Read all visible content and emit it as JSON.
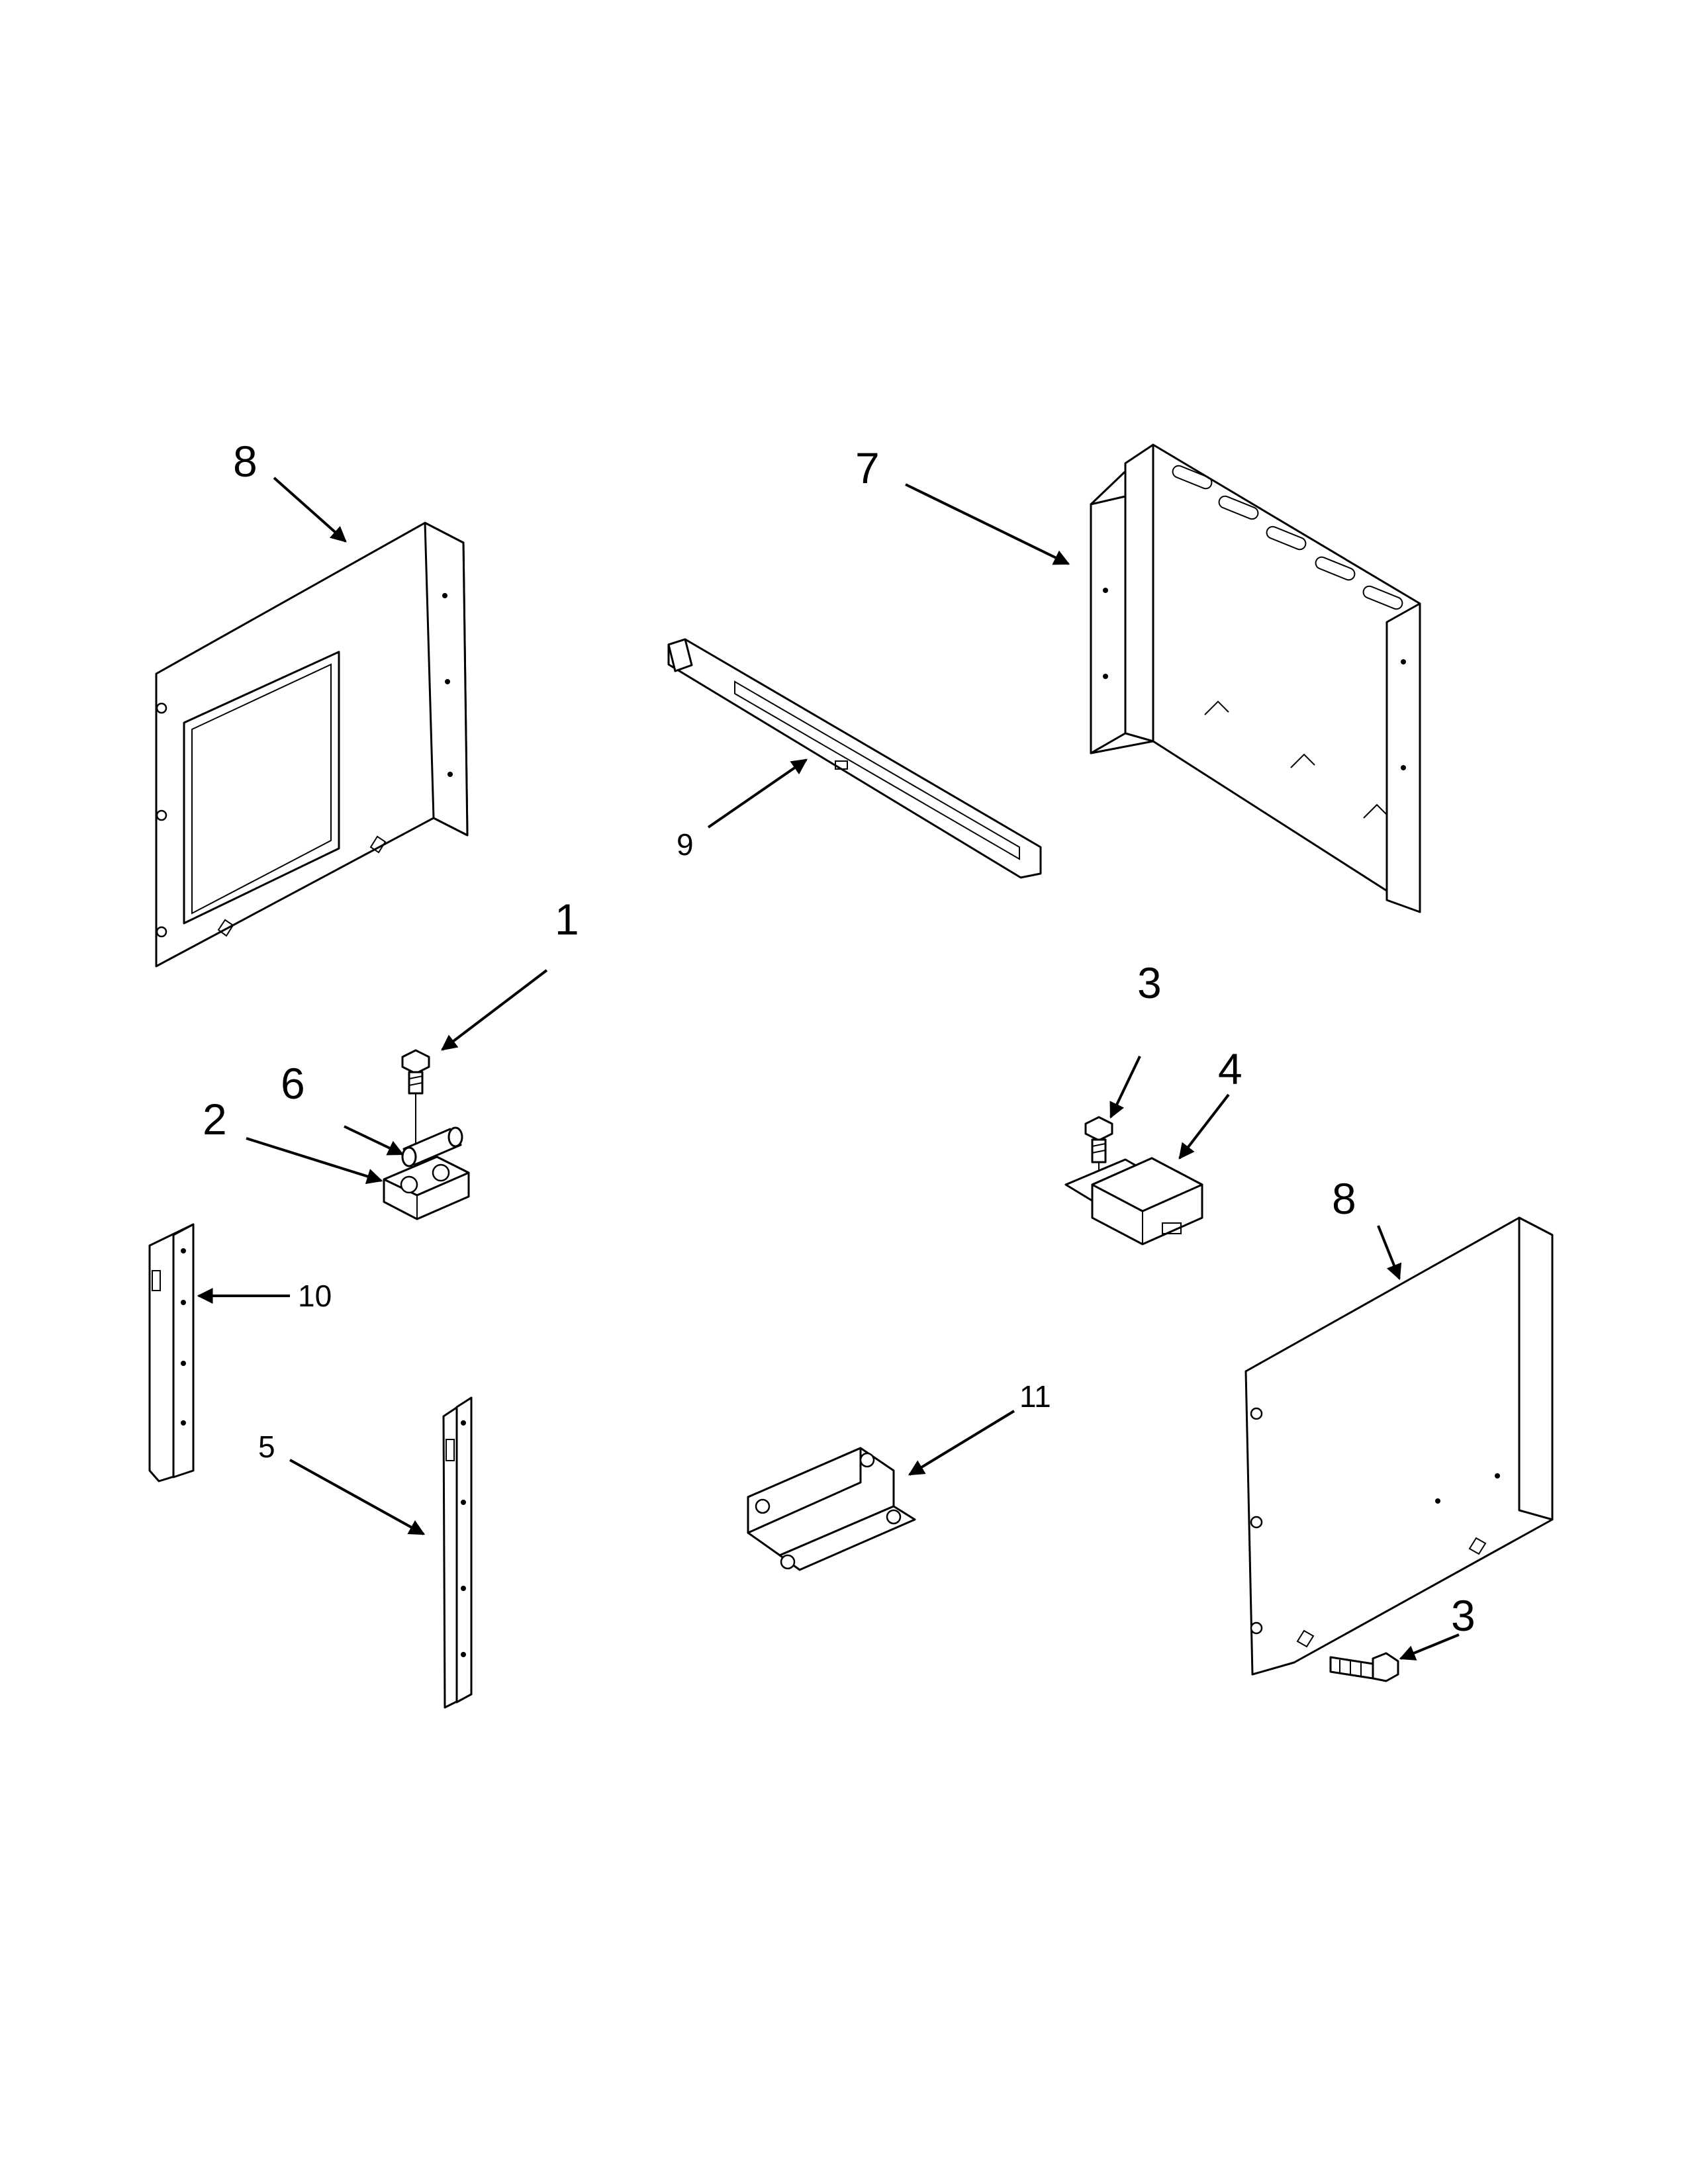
{
  "callouts": {
    "c1": "1",
    "c2": "2",
    "c3a": "3",
    "c3b": "3",
    "c4": "4",
    "c5": "5",
    "c6": "6",
    "c7": "7",
    "c8a": "8",
    "c8b": "8",
    "c9": "9",
    "c10": "10",
    "c11": "11"
  }
}
